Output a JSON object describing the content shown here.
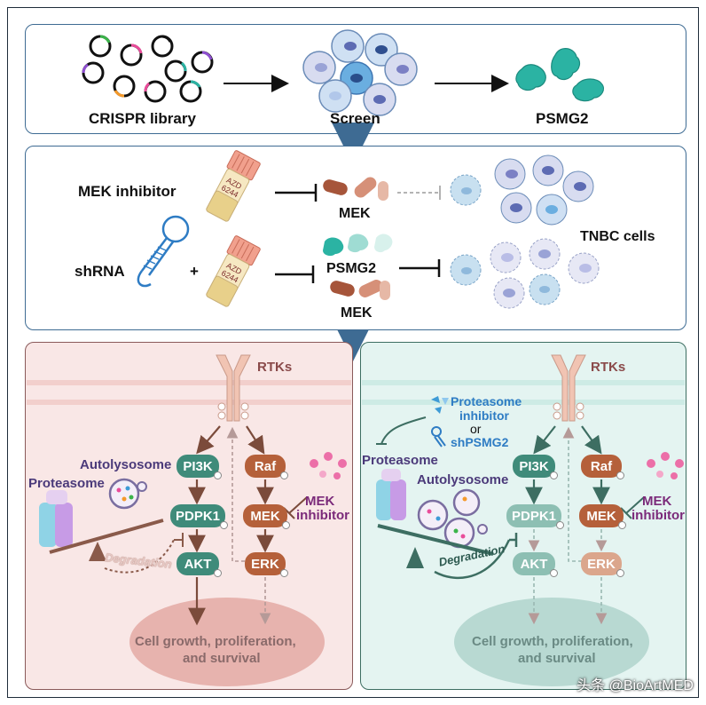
{
  "top_panel": {
    "crispr_label": "CRISPR library",
    "screen_label": "Screen",
    "psmg2_label": "PSMG2"
  },
  "middle_panel": {
    "mek_inhibitor_label": "MEK inhibitor",
    "shrna_label": "shRNA",
    "plus_sign": "+",
    "drug_label_line1": "AZD",
    "drug_label_line2": "6244",
    "mek_label_top": "MEK",
    "psmg2_label": "PSMG2",
    "mek_label_bottom": "MEK",
    "tnbc_label": "TNBC cells"
  },
  "left_panel": {
    "rtks_label": "RTKs",
    "autolysosome_label": "Autolysosome",
    "proteasome_label": "Proteasome",
    "degradation_label": "Degradation",
    "pi3k": "PI3K",
    "pdpk1": "PDPK1",
    "akt": "AKT",
    "raf": "Raf",
    "mek": "MEK",
    "erk": "ERK",
    "mek_inhibitor_line1": "MEK",
    "mek_inhibitor_line2": "inhibitor",
    "outcome_line1": "Cell growth, proliferation,",
    "outcome_line2": "and survival"
  },
  "right_panel": {
    "rtks_label": "RTKs",
    "proteasome_inhibitor_line1": "Proteasome",
    "proteasome_inhibitor_line2": "inhibitor",
    "or_label": "or",
    "shpsmg2_label": "shPSMG2",
    "proteasome_label": "Proteasome",
    "autolysosome_label": "Autolysosome",
    "degradation_label": "Degradation",
    "pi3k": "PI3K",
    "pdpk1": "PDPK1",
    "akt": "AKT",
    "raf": "Raf",
    "mek": "MEK",
    "erk": "ERK",
    "mek_inhibitor_line1": "MEK",
    "mek_inhibitor_line2": "inhibitor",
    "outcome_line1": "Cell growth, proliferation,",
    "outcome_line2": "and survival"
  },
  "watermark": "头条 @BioArtMED",
  "colors": {
    "panel_border": "#3e6b93",
    "teal_node": "#3f8b7a",
    "brown_node": "#b5603a",
    "left_bg": "#f9e7e6",
    "right_bg": "#e4f4f1",
    "inhibitor_text": "#7b2a7a",
    "shrna_blue": "#2e7cc4",
    "psmg2_teal": "#2bb3a3"
  }
}
